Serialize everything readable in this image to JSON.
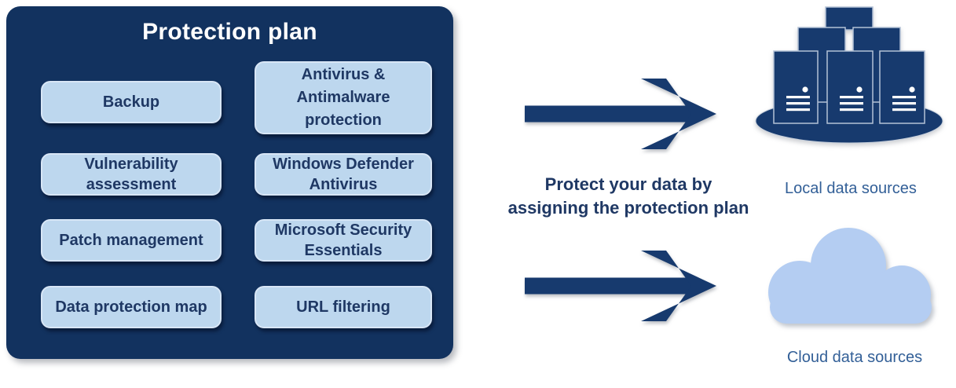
{
  "panel": {
    "title": "Protection plan",
    "boxes": [
      {
        "label": "Backup"
      },
      {
        "label": "Vulnerability assessment"
      },
      {
        "label": "Patch management"
      },
      {
        "label": "Data protection map"
      },
      {
        "label": "Antivirus & Antimalware protection"
      },
      {
        "label": "Windows Defender Antivirus"
      },
      {
        "label": "Microsoft Security Essentials"
      },
      {
        "label": "URL filtering"
      }
    ]
  },
  "caption": {
    "text": "Protect your data by\nassigning the protection plan"
  },
  "targets": {
    "local": {
      "label": "Local data sources",
      "icon": "server-stack-icon"
    },
    "cloud": {
      "label": "Cloud data sources",
      "icon": "cloud-icon"
    }
  },
  "arrows": [
    {
      "icon": "right-arrow-icon"
    },
    {
      "icon": "right-arrow-icon"
    }
  ],
  "colors": {
    "panel_navy": "#12325F",
    "shape_navy": "#173A6E",
    "box_fill": "#BDD7EE",
    "box_border": "#D8E6F6",
    "box_text": "#1F3864",
    "label_blue": "#325F97",
    "cloud_fill": "#B4CDF2",
    "title_white": "#FFFFFF"
  }
}
